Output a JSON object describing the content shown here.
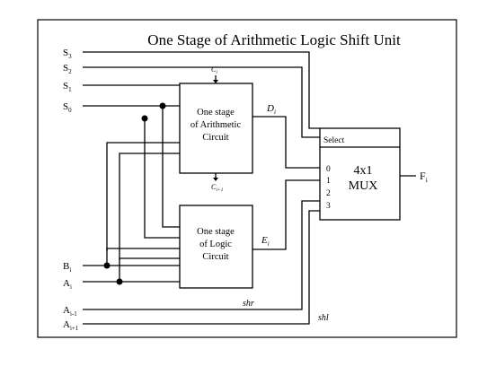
{
  "title": "One Stage of Arithmetic Logic Shift Unit",
  "inputs": {
    "s3": {
      "base": "S",
      "sub": "3"
    },
    "s2": {
      "base": "S",
      "sub": "2"
    },
    "s1": {
      "base": "S",
      "sub": "1"
    },
    "s0": {
      "base": "S",
      "sub": "0"
    },
    "bi": {
      "base": "B",
      "sub": "i"
    },
    "ai": {
      "base": "A",
      "sub": "i"
    },
    "ai_minus1": {
      "base": "A",
      "sub": "i-1"
    },
    "ai_plus1": {
      "base": "A",
      "sub": "i+1"
    }
  },
  "arithmetic": {
    "line1": "One stage",
    "line2": "of Arithmetic",
    "line3": "Circuit",
    "carry_in": {
      "base": "C",
      "sub": "i"
    },
    "carry_out": {
      "base": "C",
      "sub": "i+1"
    },
    "output": {
      "base": "D",
      "sub": "i"
    }
  },
  "logic": {
    "line1": "One stage",
    "line2": "of Logic",
    "line3": "Circuit",
    "output": {
      "base": "E",
      "sub": "i"
    }
  },
  "mux": {
    "line1": "4x1",
    "line2": "MUX",
    "select_label": "Select",
    "inputs": [
      "0",
      "1",
      "2",
      "3"
    ],
    "output": {
      "base": "F",
      "sub": "i"
    }
  },
  "shift_right": "shr",
  "shift_left": "shl"
}
